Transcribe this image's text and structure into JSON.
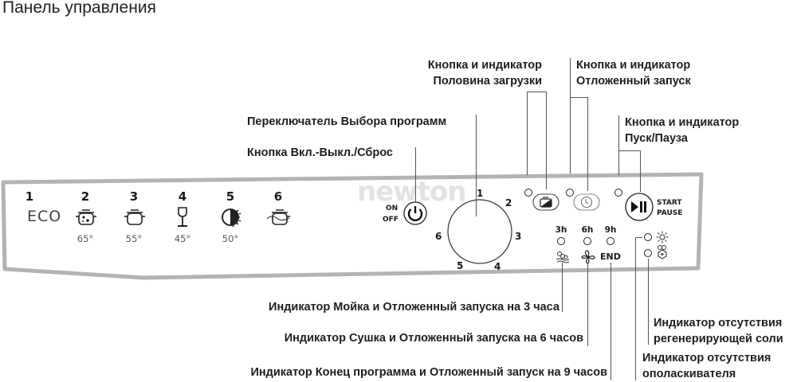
{
  "title": "Панель управления",
  "watermark": "newton",
  "callouts": {
    "half_load": {
      "line1": "Кнопка и индикатор",
      "line2": "Половина загрузки"
    },
    "delay_start": {
      "line1": "Кнопка и индикатор",
      "line2": "Отложенный запуск"
    },
    "program_selector": "Переключатель Выбора программ",
    "on_off_reset": "Кнопка Вкл.-Выкл./Сброс",
    "start_pause": {
      "line1": "Кнопка и индикатор",
      "line2": "Пуск/Пауза"
    },
    "wash_3h": "Индикатор Мойка и Отложенный запуска на 3 часа",
    "dry_6h": "Индикатор Сушка и Отложенный запуска на 6 часов",
    "end_9h": "Индикатор Конец программа и Отложенный запуск на 9 часов",
    "salt": {
      "line1": "Индикатор отсутствия",
      "line2": "регенерирующей соли"
    },
    "rinse_aid": {
      "line1": "Индикатор отсутствия",
      "line2": "ополаскивателя"
    }
  },
  "panel": {
    "programs": [
      {
        "number": "1",
        "label": "ECO",
        "icon": "eco-text",
        "temp": ""
      },
      {
        "number": "2",
        "label": "",
        "icon": "pot-heavy-icon",
        "temp": "65°"
      },
      {
        "number": "3",
        "label": "",
        "icon": "pot-icon",
        "temp": "55°"
      },
      {
        "number": "4",
        "label": "",
        "icon": "glass-icon",
        "temp": "45°"
      },
      {
        "number": "5",
        "label": "",
        "icon": "quick-clock-icon",
        "temp": "50°"
      },
      {
        "number": "6",
        "label": "",
        "icon": "soak-pot-icon",
        "temp": ""
      }
    ],
    "power": {
      "on": "ON",
      "off": "OFF"
    },
    "dial_numbers": [
      "1",
      "2",
      "3",
      "4",
      "5",
      "6"
    ],
    "start_pause": {
      "line1": "START",
      "line2": "PAUSE"
    },
    "timers": [
      {
        "label": "3h",
        "bottom": "wash-icon"
      },
      {
        "label": "6h",
        "bottom": "fan-icon"
      },
      {
        "label": "9h",
        "bottom_text": "END"
      }
    ]
  }
}
